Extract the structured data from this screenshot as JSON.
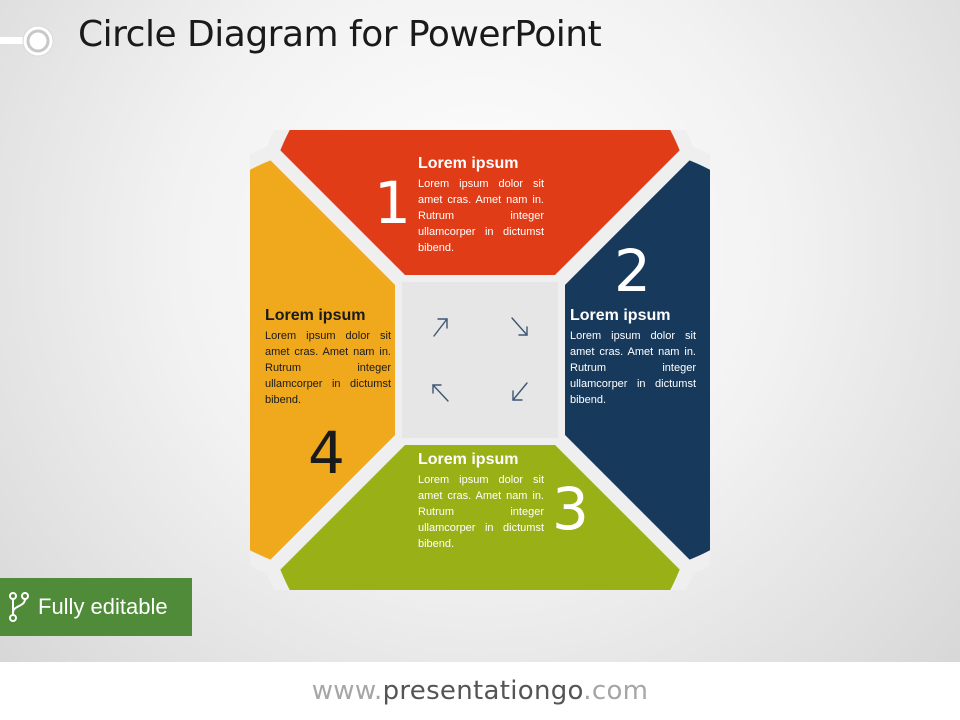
{
  "title": "Circle Diagram for PowerPoint",
  "colors": {
    "segment_1": "#E03C18",
    "segment_2": "#173A5C",
    "segment_3": "#99B117",
    "segment_4": "#F0A81C",
    "center": "#E6E6E6",
    "badge": "#4F8B38"
  },
  "segments": [
    {
      "number": "1",
      "heading": "Lorem ipsum",
      "body": "Lorem ipsum dolor sit amet cras. Amet nam in. Rutrum integer ullamcorper in dictumst bibend."
    },
    {
      "number": "2",
      "heading": "Lorem ipsum",
      "body": "Lorem ipsum dolor sit amet cras. Amet nam in. Rutrum integer ullamcorper in dictumst bibend."
    },
    {
      "number": "3",
      "heading": "Lorem ipsum",
      "body": "Lorem ipsum dolor sit amet cras. Amet nam in. Rutrum integer ullamcorper in dictumst bibend."
    },
    {
      "number": "4",
      "heading": "Lorem ipsum",
      "body": "Lorem ipsum dolor sit amet cras. Amet nam in. Rutrum integer ullamcorper in dictumst bibend."
    }
  ],
  "badge": {
    "label": "Fully editable",
    "icon": "branch-icon"
  },
  "footer": {
    "prefix": "www.",
    "brand": "presentationgo",
    "suffix": ".com"
  }
}
